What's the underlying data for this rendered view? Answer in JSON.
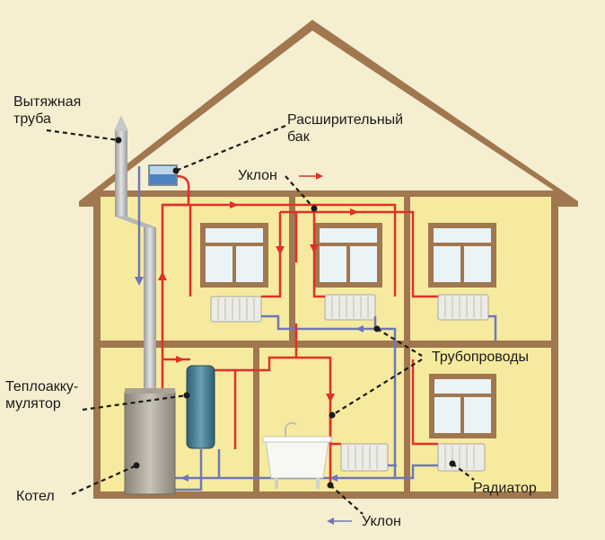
{
  "labels": {
    "exhaust_pipe_line1": "Вытяжная",
    "exhaust_pipe_line2": "труба",
    "expansion_tank_line1": "Расширительный",
    "expansion_tank_line2": "бак",
    "slope_top": "Уклон",
    "pipelines": "Трубопроводы",
    "heat_accumulator_line1": "Теплоакку-",
    "heat_accumulator_line2": "мулятор",
    "boiler": "Котел",
    "radiator": "Радиатор",
    "slope_bottom": "Уклон"
  },
  "colors": {
    "background": "#f6eed0",
    "wall": "#a0774e",
    "room": "#f6ea9f",
    "hot_pipe": "#e0302a",
    "cold_pipe": "#6c78b8",
    "flue": "#c8c8c8"
  }
}
